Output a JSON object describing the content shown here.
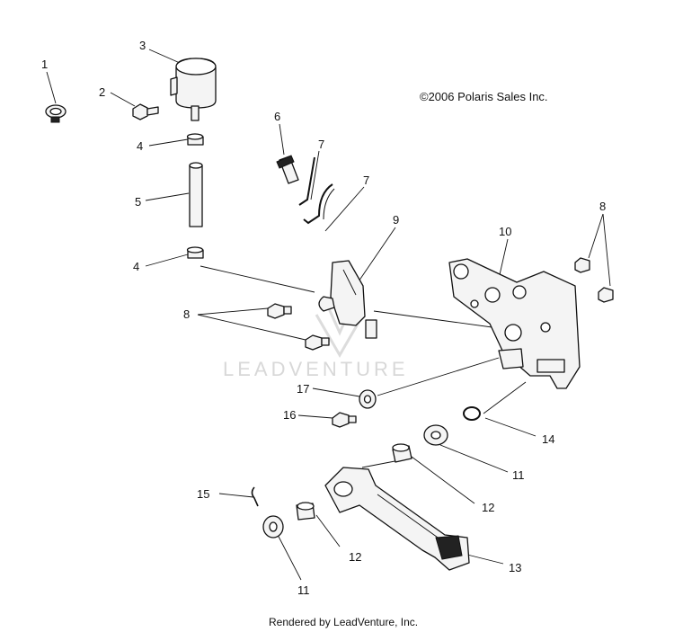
{
  "copyright": "©2006 Polaris Sales Inc.",
  "watermark": "LEADVENTURE",
  "footer": "Rendered by LeadVenture, Inc.",
  "callouts": {
    "c1": "1",
    "c2": "2",
    "c3": "3",
    "c4a": "4",
    "c4b": "4",
    "c5": "5",
    "c6": "6",
    "c7a": "7",
    "c7b": "7",
    "c8a": "8",
    "c8b": "8",
    "c9": "9",
    "c10": "10",
    "c11a": "11",
    "c11b": "11",
    "c12a": "12",
    "c12b": "12",
    "c13": "13",
    "c14": "14",
    "c15": "15",
    "c16": "16",
    "c17": "17"
  }
}
